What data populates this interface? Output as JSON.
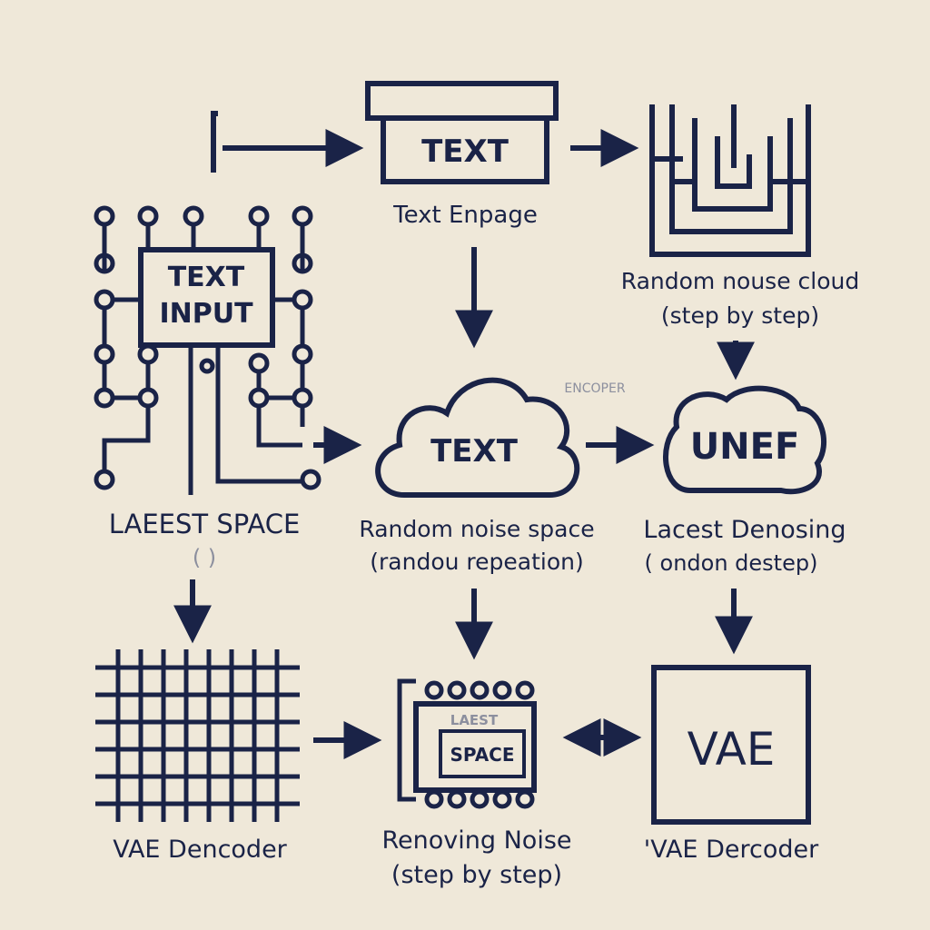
{
  "colors": {
    "ink": "#1a2347",
    "paper": "#efe8d9",
    "faint": "#8c8f9e"
  },
  "nodes": {
    "text_input": {
      "text_line1": "TEXT",
      "text_line2": "INPUT",
      "label": "LAEEST SPACE",
      "sublabel": "(                          )"
    },
    "text_box": {
      "text": "TEXT",
      "label": "Text Enpage"
    },
    "noise_maze": {
      "icon": "maze-icon",
      "label_line1": "Random nouse cloud",
      "label_line2": "(step by step)"
    },
    "cloud": {
      "text": "TEXT",
      "label_line1": "Random noise space",
      "label_line2": "(randou repeation)",
      "faint_label": "ENCOPER"
    },
    "unet": {
      "text": "UNEF",
      "label_line1": "Lacest Denosing",
      "label_line2": "(   ondon destep)"
    },
    "grid": {
      "icon": "grid-icon",
      "label": "VAE Dencoder"
    },
    "chip": {
      "text": "SPACE",
      "faint_text": "LAEST",
      "label_line1": "Renoving Noise",
      "label_line2": "(step by step)"
    },
    "vae": {
      "text": "VAE",
      "label": "'VAE Dercoder"
    }
  }
}
